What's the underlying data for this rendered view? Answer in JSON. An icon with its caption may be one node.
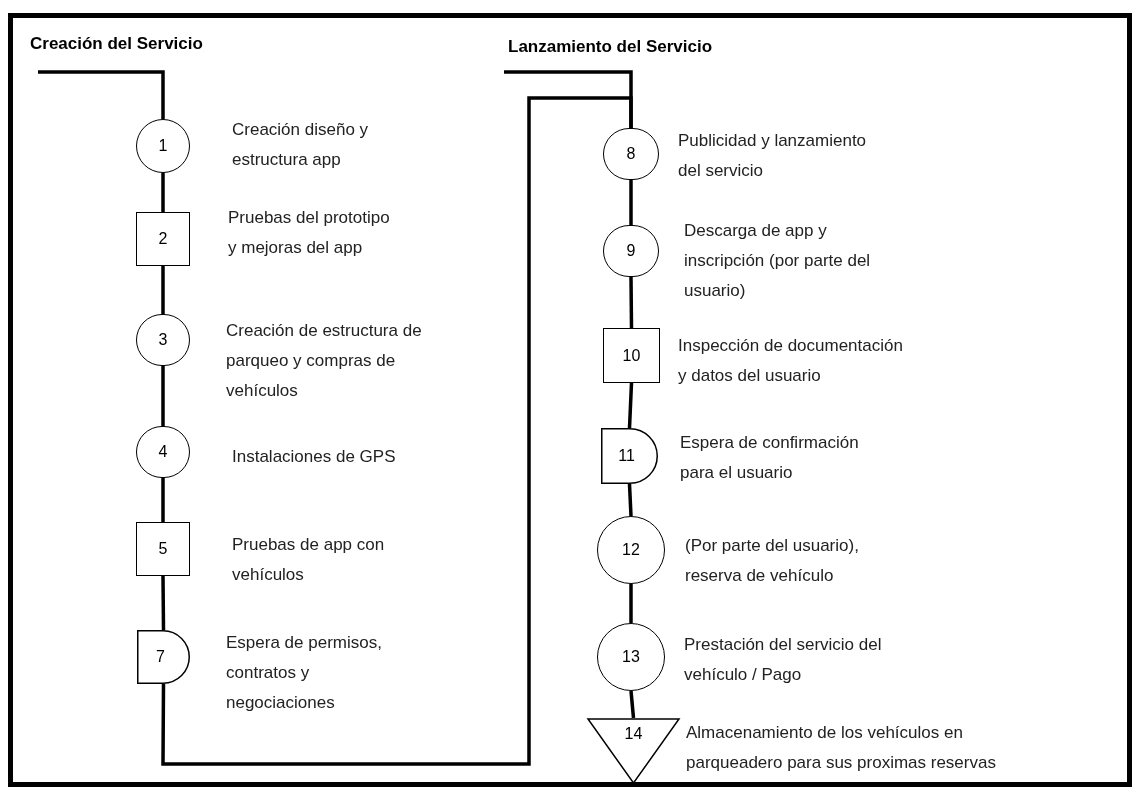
{
  "diagram": {
    "nodes": [
      {
        "text": [
          "1"
        ],
        "beside": [
          "Creación diseño y estructura app"
        ]
      },
      {
        "text": [
          "2"
        ],
        "beside": [
          "Pruebas del prototipo y mejoras del app"
        ]
      },
      {
        "text": [
          "3"
        ],
        "beside": [
          "Creación de estructura de parqueo y compras de vehículos"
        ]
      },
      {
        "text": [
          "4"
        ],
        "beside": [
          "Instalaciones de GPS"
        ]
      },
      {
        "text": [
          "5"
        ],
        "beside": [
          "Pruebas de app con vehículos"
        ]
      },
      {
        "text": [
          "7"
        ],
        "beside": [
          "Espera de permisos, contratos y negociaciones"
        ]
      },
      {
        "text": [
          "8"
        ],
        "beside": [
          "Publicidad y lanzamiento del servicio"
        ]
      },
      {
        "text": [
          "9"
        ],
        "beside": [
          "Descarga de app y inscripción (por parte del usuario)"
        ]
      },
      {
        "text": [
          "10"
        ],
        "beside": [
          "Inspección de documentación y datos del usuario"
        ]
      },
      {
        "text": [
          "11"
        ],
        "beside": [
          "Espera de confirmación para el usuario"
        ]
      },
      {
        "text": [
          "12"
        ],
        "beside": [
          "(Por parte del usuario), reserva de vehículo"
        ]
      },
      {
        "text": [
          "13"
        ],
        "beside": [
          "Prestación del servicio del vehículo / Pago"
        ]
      },
      {
        "text": [
          "14"
        ],
        "beside": [
          "Almacenamiento de los vehículos en parqueadero para sus proximas reservas"
        ]
      }
    ],
    "edges": [
      {
        "from": null,
        "to": 0,
        "arrow": "none"
      },
      {
        "from": 0,
        "to": 1,
        "arrow": "none"
      },
      {
        "from": 1,
        "to": 2,
        "arrow": "none"
      },
      {
        "from": 2,
        "to": 3,
        "arrow": "none"
      },
      {
        "from": 3,
        "to": 4,
        "arrow": "none"
      },
      {
        "from": 4,
        "to": 5,
        "arrow": "none"
      },
      {
        "from": 5,
        "to": 6,
        "arrow": "none"
      },
      {
        "from": null,
        "to": 6,
        "arrow": "none"
      },
      {
        "from": 6,
        "to": 7,
        "arrow": "none"
      },
      {
        "from": 7,
        "to": 8,
        "arrow": "none"
      },
      {
        "from": 8,
        "to": 9,
        "arrow": "none"
      },
      {
        "from": 9,
        "to": 10,
        "arrow": "none"
      },
      {
        "from": 10,
        "to": 11,
        "arrow": "none"
      },
      {
        "from": 11,
        "to": 12,
        "arrow": "none"
      }
    ],
    "labels": [
      "Creación del Servicio",
      "Lanzamiento del Servicio"
    ]
  }
}
